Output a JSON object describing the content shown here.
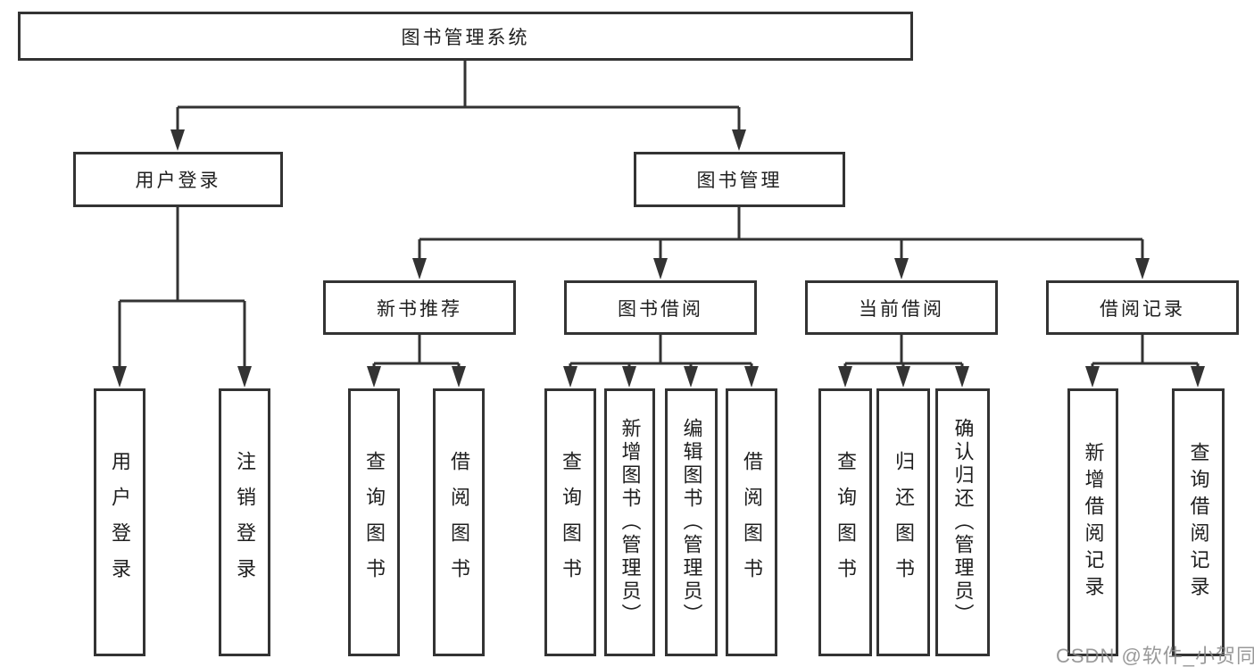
{
  "diagram": {
    "root": {
      "label": "图书管理系统"
    },
    "level2": [
      {
        "label": "用户登录"
      },
      {
        "label": "图书管理"
      }
    ],
    "level3": [
      {
        "label": "新书推荐",
        "parent": "图书管理"
      },
      {
        "label": "图书借阅",
        "parent": "图书管理"
      },
      {
        "label": "当前借阅",
        "parent": "图书管理"
      },
      {
        "label": "借阅记录",
        "parent": "图书管理"
      }
    ],
    "leaves": [
      {
        "label": "用户登录",
        "parent": "用户登录"
      },
      {
        "label": "注销登录",
        "parent": "用户登录"
      },
      {
        "label": "查询图书",
        "parent": "新书推荐"
      },
      {
        "label": "借阅图书",
        "parent": "新书推荐"
      },
      {
        "label": "查询图书",
        "parent": "图书借阅"
      },
      {
        "label": "新增图书（管理员）",
        "parent": "图书借阅"
      },
      {
        "label": "编辑图书（管理员）",
        "parent": "图书借阅"
      },
      {
        "label": "借阅图书",
        "parent": "图书借阅"
      },
      {
        "label": "查询图书",
        "parent": "当前借阅"
      },
      {
        "label": "归还图书",
        "parent": "当前借阅"
      },
      {
        "label": "确认归还（管理员）",
        "parent": "当前借阅"
      },
      {
        "label": "新增借阅记录",
        "parent": "借阅记录"
      },
      {
        "label": "查询借阅记录",
        "parent": "借阅记录"
      }
    ]
  },
  "watermark": {
    "text": "CSDN @软件_小贺同学"
  },
  "colors": {
    "line": "#333333",
    "box_border": "#333333",
    "text": "#1f1f1f",
    "watermark": "#878787",
    "background": "#ffffff"
  }
}
